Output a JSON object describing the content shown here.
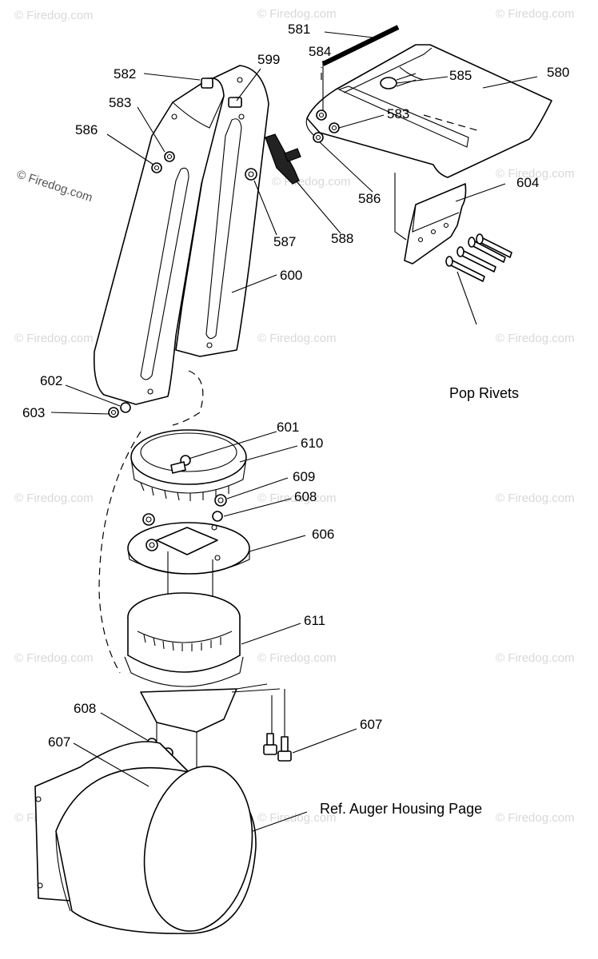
{
  "watermark": {
    "text": "© Firedog.com",
    "primary_text": "© Firedog.com"
  },
  "parts": {
    "p581": "581",
    "p582": "582",
    "p583a": "583",
    "p583b": "583",
    "p584": "584",
    "p585": "585",
    "p580": "580",
    "p586a": "586",
    "p586b": "586",
    "p587": "587",
    "p588": "588",
    "p599": "599",
    "p600": "600",
    "p601": "601",
    "p602": "602",
    "p603": "603",
    "p604": "604",
    "p606": "606",
    "p607a": "607",
    "p607b": "607",
    "p608a": "608",
    "p608b": "608",
    "p609": "609",
    "p610": "610",
    "p611": "611"
  },
  "notes": {
    "pop_rivets": "Pop Rivets",
    "ref_auger": "Ref. Auger Housing Page"
  }
}
